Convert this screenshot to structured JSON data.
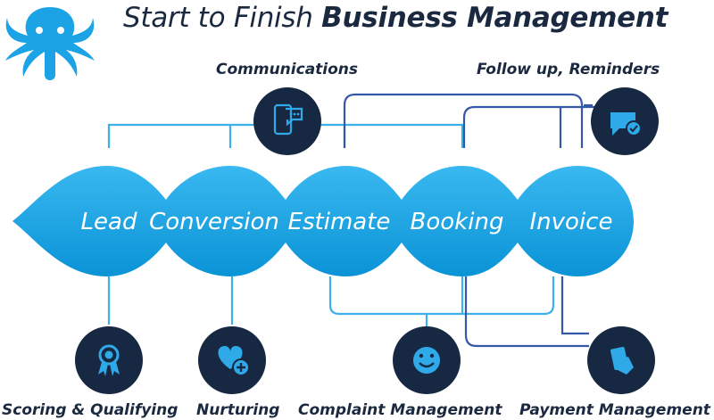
{
  "title": {
    "prefix": "Start to Finish",
    "emphasis": "Business Management"
  },
  "stages": [
    "Lead",
    "Conversion",
    "Estimate",
    "Booking",
    "Invoice"
  ],
  "top_features": {
    "communications": {
      "label": "Communications",
      "icon": "chat-phone-icon"
    },
    "follow_up": {
      "label": "Follow up, Reminders",
      "icon": "message-check-icon"
    }
  },
  "bottom_features": {
    "scoring": {
      "label": "Scoring & Qualifying",
      "icon": "award-ribbon-icon"
    },
    "nurturing": {
      "label": "Nurturing",
      "icon": "heart-plus-icon"
    },
    "complaint": {
      "label": "Complaint Management",
      "icon": "smiley-face-icon"
    },
    "payment": {
      "label": "Payment Management",
      "icon": "card-hand-icon"
    }
  },
  "colors": {
    "stage_fill": "#14a6e8",
    "icon_circle": "#172843",
    "connector_light": "#3cb1e9",
    "connector_dark": "#3559a8",
    "title_text": "#1b2940",
    "logo": "#1ba3e6"
  }
}
